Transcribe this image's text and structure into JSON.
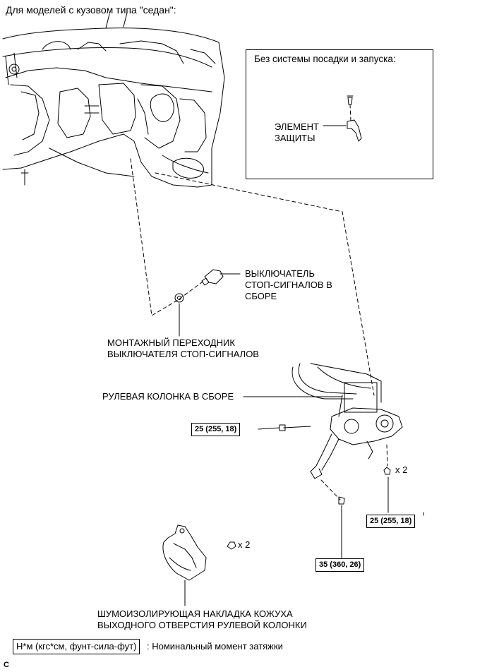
{
  "header": {
    "title": "Для моделей с кузовом типа \"седан\":"
  },
  "inset": {
    "title": "Без системы посадки и запуска:",
    "part_label": "ЭЛЕМЕНТ\nЗАЩИТЫ"
  },
  "labels": {
    "stop_switch": "ВЫКЛЮЧАТЕЛЬ\nСТОП-СИГНАЛОВ В\nСБОРЕ",
    "mount_adapter": "МОНТАЖНЫЙ ПЕРЕХОДНИК\nВЫКЛЮЧАТЕЛЯ СТОП-СИГНАЛОВ",
    "steering_column": "РУЛЕВАЯ КОЛОНКА В СБОРЕ",
    "cover_pad": "ШУМОИЗОЛИРУЮЩАЯ НАКЛАДКА КОЖУХА\nВЫХОДНОГО ОТВЕРСТИЯ РУЛЕВОЙ КОЛОНКИ"
  },
  "torques": {
    "bolt_left": "25 (255, 18)",
    "nut_right": "25 (255, 18)",
    "bolt_bottom": "35 (360, 26)"
  },
  "multipliers": {
    "nuts_column": "x 2",
    "nuts_cover": "x 2"
  },
  "legend": {
    "unit_box": "Н*м (кгс*см, фунт-сила-фут)",
    "description": ": Номинальный момент затяжки"
  },
  "corner_mark": "C"
}
